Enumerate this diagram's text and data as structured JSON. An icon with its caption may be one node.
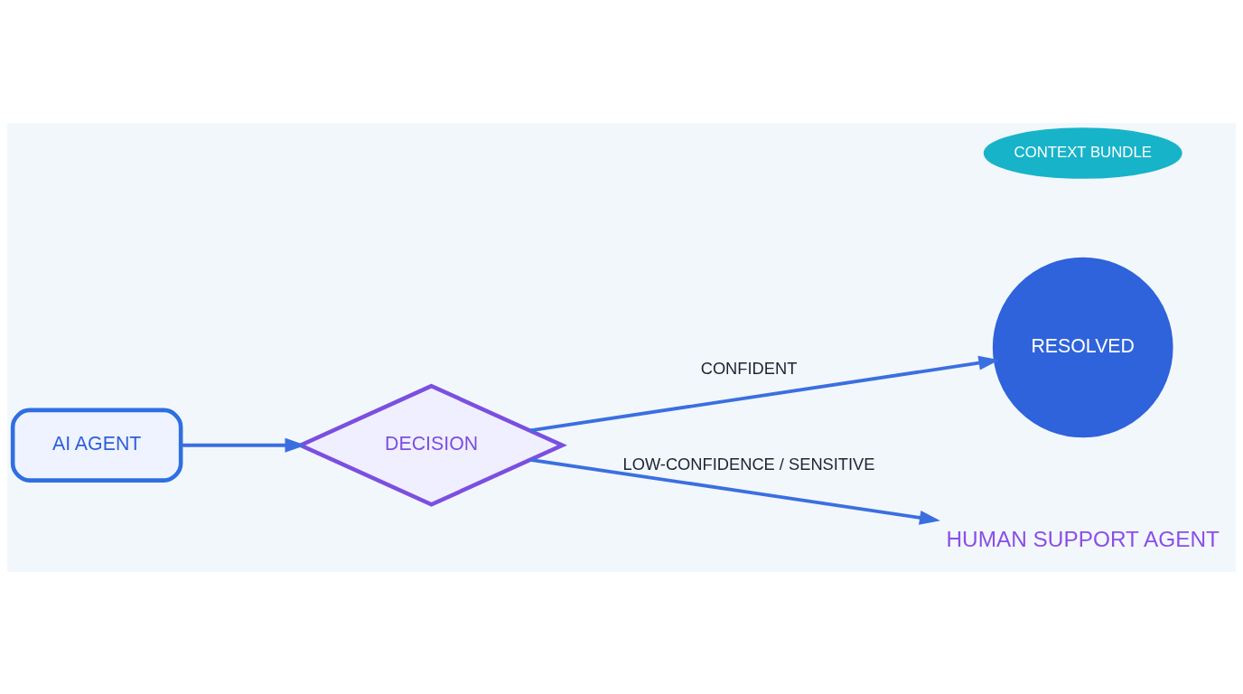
{
  "diagram": {
    "nodes": [
      {
        "text": [
          "AI AGENT"
        ]
      },
      {
        "text": [
          "DECISION"
        ]
      },
      {
        "text": [
          "RESOLVED"
        ]
      },
      {
        "text": [
          "CONTEXT BUNDLE"
        ]
      },
      {
        "text": [
          "HUMAN SUPPORT AGENT"
        ]
      }
    ],
    "edges": [
      {
        "from": 0,
        "to": 1,
        "arrow": "to"
      },
      {
        "from": 1,
        "to": 2,
        "arrow": "to",
        "label": "CONFIDENT"
      },
      {
        "from": 1,
        "to": 4,
        "arrow": "to",
        "label": "LOW-CONFIDENCE / SENSITIVE"
      }
    ]
  }
}
